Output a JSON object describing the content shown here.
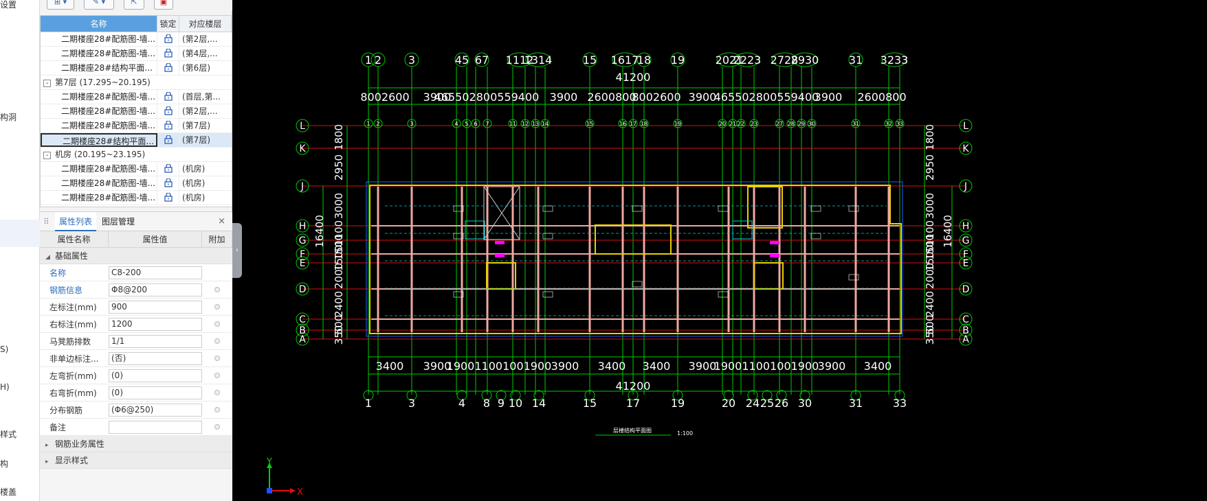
{
  "left_strip": {
    "labels": [
      "设置",
      "构洞",
      "S)",
      "H)",
      "样式",
      "构",
      "楼盖"
    ]
  },
  "layer_table": {
    "header": {
      "name": "名称",
      "lock": "锁定",
      "floor": "对应楼层"
    },
    "rows": [
      {
        "kind": "row",
        "name": "二期楼座28#配筋图-墙...",
        "floor": "(第2层,..."
      },
      {
        "kind": "row",
        "name": "二期楼座28#配筋图-墙...",
        "floor": "(第4层,..."
      },
      {
        "kind": "row",
        "name": "二期楼座28#结构平面...",
        "floor": "(第6层)"
      },
      {
        "kind": "group",
        "toggle": "-",
        "name": "第7层 (17.295~20.195)"
      },
      {
        "kind": "row",
        "name": "二期楼座28#配筋图-墙...",
        "floor": "(首层,第..."
      },
      {
        "kind": "row",
        "name": "二期楼座28#配筋图-墙...",
        "floor": "(第2层,..."
      },
      {
        "kind": "row",
        "name": "二期楼座28#配筋图-墙...",
        "floor": "(第7层)"
      },
      {
        "kind": "row",
        "name": "二期楼座28#结构平面...",
        "floor": "(第7层)",
        "selected": true
      },
      {
        "kind": "group",
        "toggle": "-",
        "name": "机房 (20.195~23.195)"
      },
      {
        "kind": "row",
        "name": "二期楼座28#配筋图-墙...",
        "floor": "(机房)"
      },
      {
        "kind": "row",
        "name": "二期楼座28#配筋图-墙...",
        "floor": "(机房)"
      },
      {
        "kind": "row",
        "name": "二期楼座28#配筋图-墙...",
        "floor": "(机房)"
      }
    ]
  },
  "prop_panel": {
    "tabs": [
      "属性列表",
      "图层管理"
    ],
    "close": "×",
    "header": {
      "name": "属性名称",
      "value": "属性值",
      "extra": "附加"
    },
    "section_basic": "基础属性",
    "props": [
      {
        "name": "名称",
        "value": "C8-200",
        "blue": true,
        "dot": false
      },
      {
        "name": "钢筋信息",
        "value": "Φ8@200",
        "blue": true,
        "dot": true
      },
      {
        "name": "左标注(mm)",
        "value": "900",
        "blue": false,
        "dot": true
      },
      {
        "name": "右标注(mm)",
        "value": "1200",
        "blue": false,
        "dot": true
      },
      {
        "name": "马凳筋排数",
        "value": "1/1",
        "blue": false,
        "dot": true
      },
      {
        "name": "非单边标注...",
        "value": "(否)",
        "blue": false,
        "dot": true
      },
      {
        "name": "左弯折(mm)",
        "value": "(0)",
        "blue": false,
        "dot": true
      },
      {
        "name": "右弯折(mm)",
        "value": "(0)",
        "blue": false,
        "dot": true
      },
      {
        "name": "分布钢筋",
        "value": "(Φ6@250)",
        "blue": false,
        "dot": true
      },
      {
        "name": "备注",
        "value": "",
        "blue": false,
        "dot": true
      }
    ],
    "section_rebar": "钢筋业务属性",
    "section_display": "显示样式"
  },
  "drawing": {
    "top_axis_labels": [
      "1",
      "2",
      "3",
      "4",
      "5",
      "6",
      "7",
      "11",
      "12",
      "13",
      "14",
      "15",
      "16",
      "17",
      "18",
      "19",
      "20",
      "21",
      "22",
      "23",
      "27",
      "28",
      "29",
      "30",
      "31",
      "32",
      "33"
    ],
    "top_axis_display": [
      "1",
      "2",
      "3",
      "45",
      "67",
      "1112",
      "1314",
      "15",
      "1617",
      "18",
      "19",
      "2021",
      "2223",
      "2728",
      "2930",
      "31",
      "3233"
    ],
    "top_overall": "41200",
    "top_dims": [
      "8002600",
      "3900",
      "465502800559400",
      "3900",
      "2600800",
      "8002600",
      "3900",
      "465502800559400",
      "3900",
      "2600800"
    ],
    "bottom_dims": [
      "3400",
      "3900",
      "190011001001900",
      "3900",
      "3400",
      "3400",
      "3900",
      "190011001001900",
      "3900",
      "3400"
    ],
    "bottom_overall": "41200",
    "bottom_axis_labels": [
      "1",
      "3",
      "4",
      "8",
      "9",
      "10",
      "14",
      "15",
      "17",
      "19",
      "20",
      "24",
      "25",
      "26",
      "30",
      "31",
      "33"
    ],
    "row_axes": [
      "L",
      "K",
      "J",
      "H",
      "G",
      "F",
      "E",
      "D",
      "C",
      "B",
      "A"
    ],
    "left_dims": [
      "1800",
      "2950",
      "3000",
      "1100",
      "1500",
      "1500",
      "2000",
      "2400",
      "500",
      "350"
    ],
    "left_overall": "16400",
    "right_dims": [
      "1800",
      "2950",
      "3000",
      "1100",
      "1500",
      "1500",
      "2000",
      "2400",
      "500",
      "350"
    ],
    "right_overall": "16400",
    "title": "层楼结构平面图",
    "scale": "1:100",
    "ucs_x": "X",
    "ucs_y": "Y",
    "colors": {
      "grid": "#00cc00",
      "axis_line": "#dd1111",
      "wall": "#f0a8a0",
      "outline": "#e8d000",
      "beam": "#2060ff",
      "dim": "#00d000",
      "text": "#ffffff",
      "hatch_cyan": "#00d0d0",
      "magenta": "#ff00ff"
    }
  }
}
